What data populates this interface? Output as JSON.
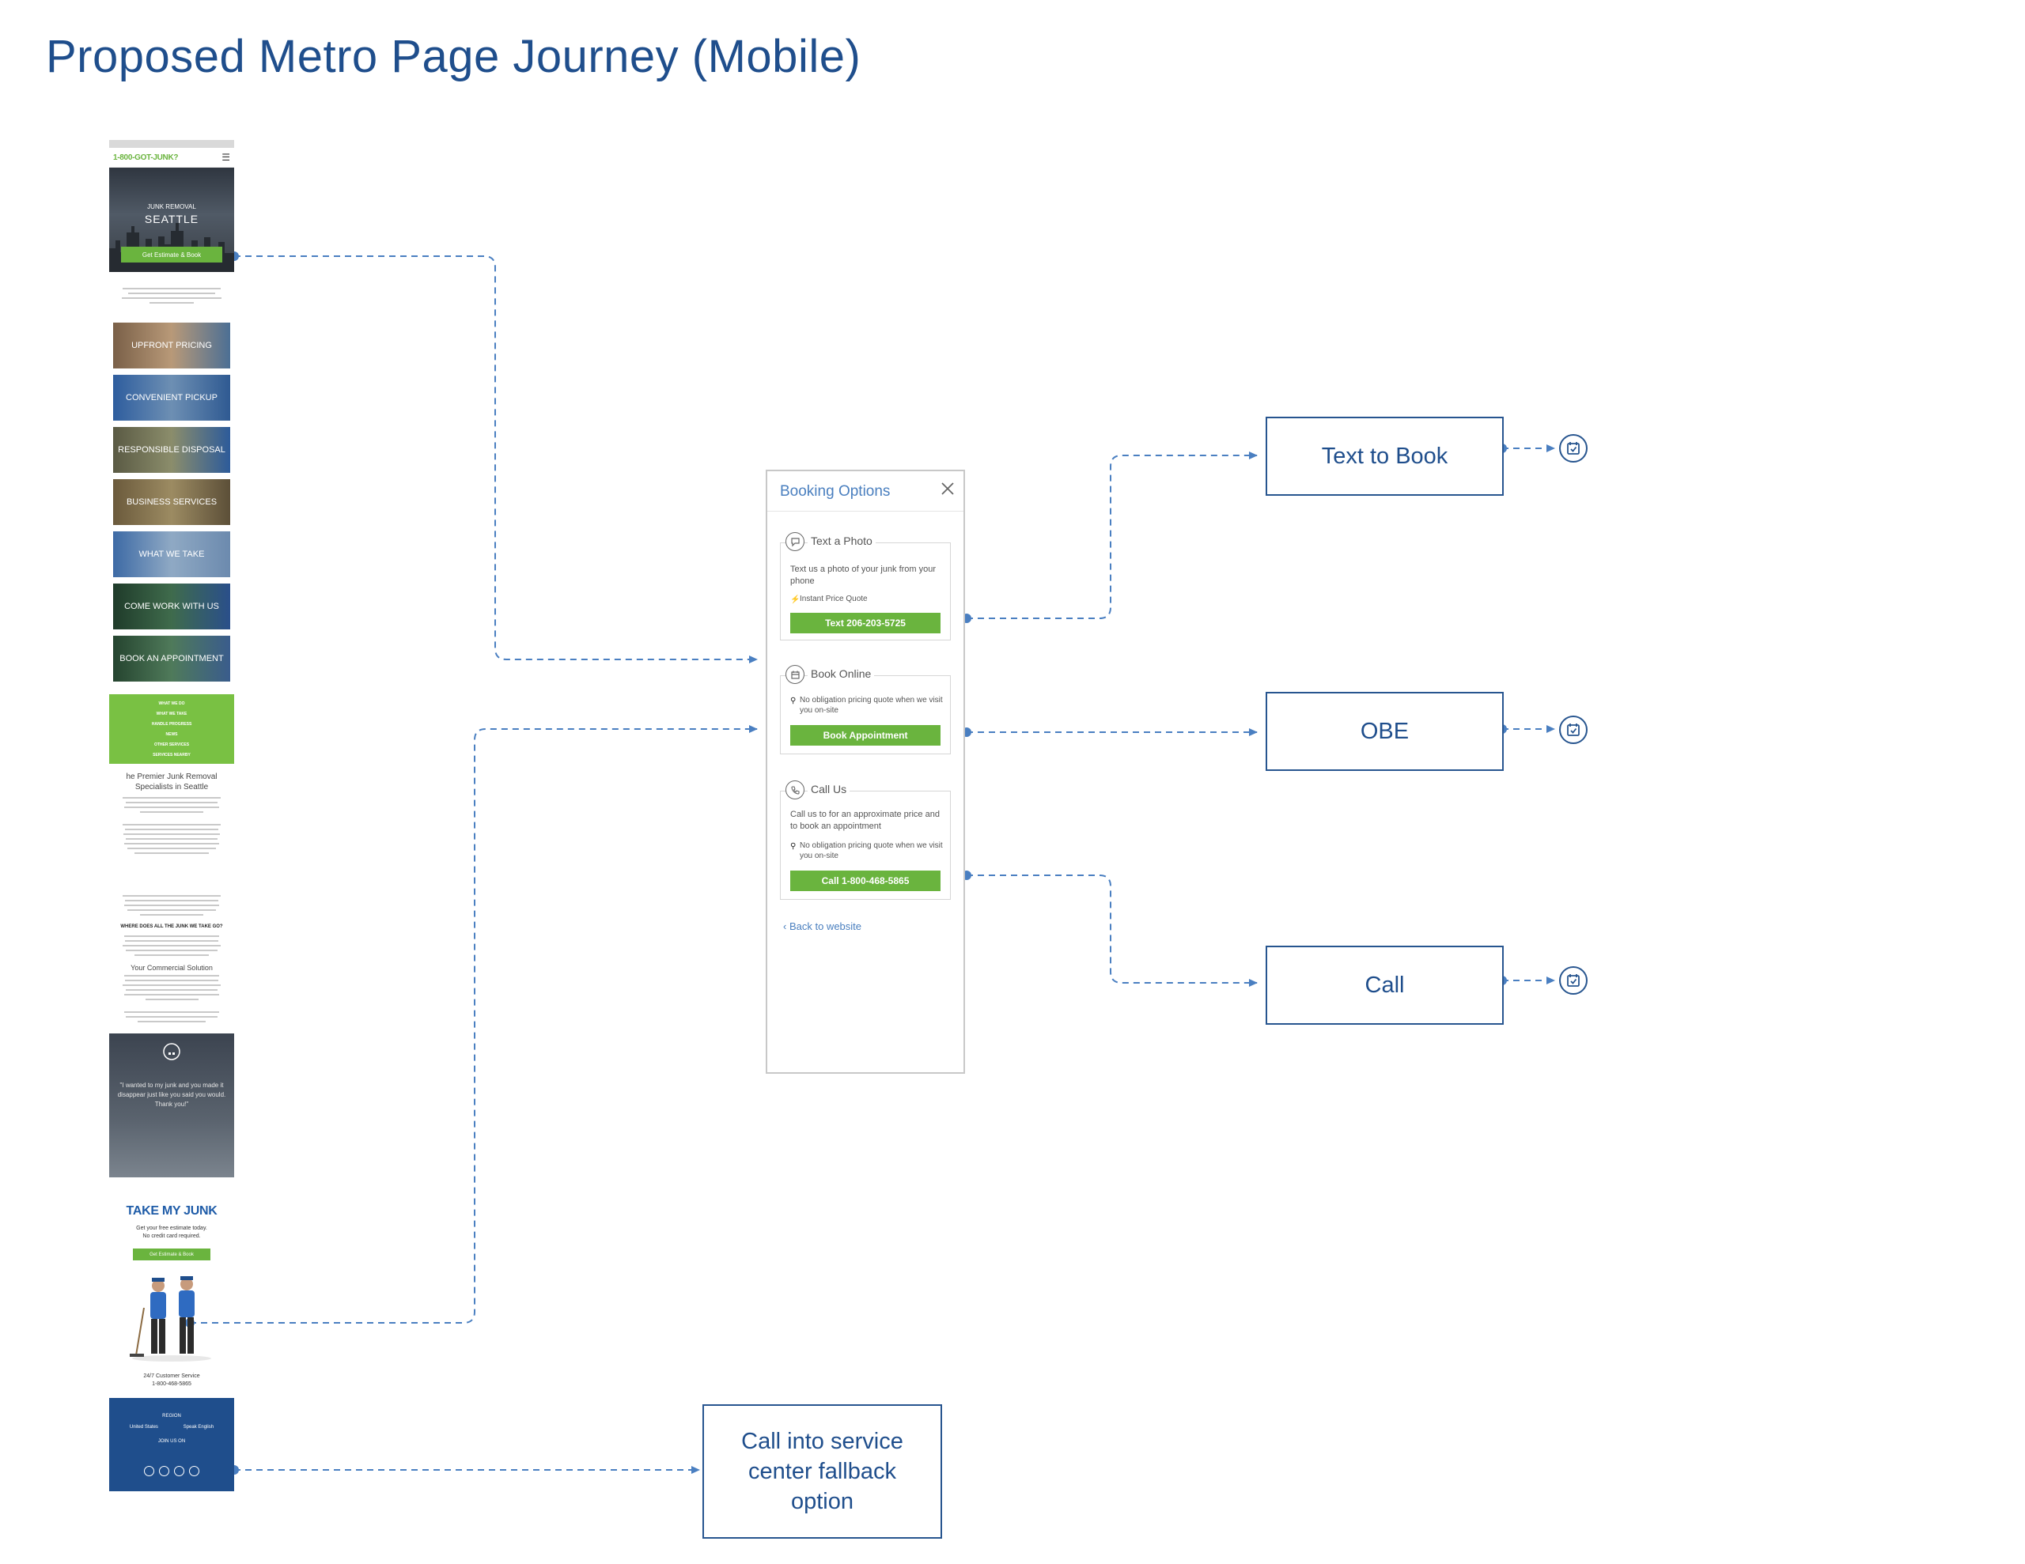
{
  "diagram_title": "Proposed Metro Page Journey (Mobile)",
  "mobile_page": {
    "logo_text": "1-800-GOT-JUNK?",
    "menu_icon": "hamburger-menu-icon",
    "hero_subtitle": "JUNK REMOVAL",
    "hero_city": "SEATTLE",
    "hero_button": "Get Estimate & Book",
    "tiles": [
      {
        "label": "UPFRONT PRICING"
      },
      {
        "label": "CONVENIENT PICKUP"
      },
      {
        "label": "RESPONSIBLE DISPOSAL"
      },
      {
        "label": "BUSINESS SERVICES"
      },
      {
        "label": "WHAT WE TAKE"
      },
      {
        "label": "COME WORK WITH US"
      },
      {
        "label": "BOOK AN APPOINTMENT"
      }
    ],
    "nav_links": [
      "WHAT WE DO",
      "WHAT WE TAKE",
      "HANDLE PROGRESS",
      "NEWS",
      "OTHER SERVICES",
      "SERVICES NEARBY"
    ],
    "heading_specialists": "he Premier Junk Removal Specialists in Seattle",
    "heading_where": "WHERE DOES ALL THE JUNK WE TAKE GO?",
    "heading_commercial": "Your Commercial Solution",
    "testimonial_quote": "\"I wanted to my junk and you made it disappear just like you said you would. Thank you!\"",
    "take_my_junk": "TAKE MY JUNK",
    "estimate_line1": "Get your free estimate today.",
    "estimate_line2": "No credit card required.",
    "estimate_button": "Get Estimate & Book",
    "service_label": "24/7 Customer Service",
    "service_phone": "1-800-468-5865",
    "footer_region_label": "REGION",
    "footer_country": "United States",
    "footer_language": "Speak English",
    "footer_join": "JOIN US ON"
  },
  "booking_modal": {
    "title": "Booking Options",
    "close_icon": "close-icon",
    "options": [
      {
        "icon": "chat-bubble-icon",
        "title": "Text a Photo",
        "description": "Text us a photo of your junk from your phone",
        "features": [
          "Instant Price Quote"
        ],
        "button": "Text 206-203-5725"
      },
      {
        "icon": "calendar-icon",
        "title": "Book Online",
        "description": "",
        "features": [
          "No obligation pricing quote when we visit you on-site"
        ],
        "button": "Book Appointment"
      },
      {
        "icon": "phone-icon",
        "title": "Call Us",
        "description": "Call us to for an approximate price and to book an appointment",
        "features": [
          "No obligation pricing quote when we visit you on-site"
        ],
        "button": "Call 1-800-468-5865"
      }
    ],
    "back_link": "Back to website"
  },
  "nodes": {
    "text_to_book": "Text to Book",
    "obe": "OBE",
    "call": "Call",
    "fallback_line1": "Call into service",
    "fallback_line2": "center fallback",
    "fallback_line3": "option"
  },
  "terminal_icon": "calendar-check-icon",
  "colors": {
    "title": "#1f4e8c",
    "connector": "#4a7fc1",
    "node_border": "#27558f",
    "cta_green": "#6ab43e",
    "footer_blue": "#1f4e8c"
  }
}
